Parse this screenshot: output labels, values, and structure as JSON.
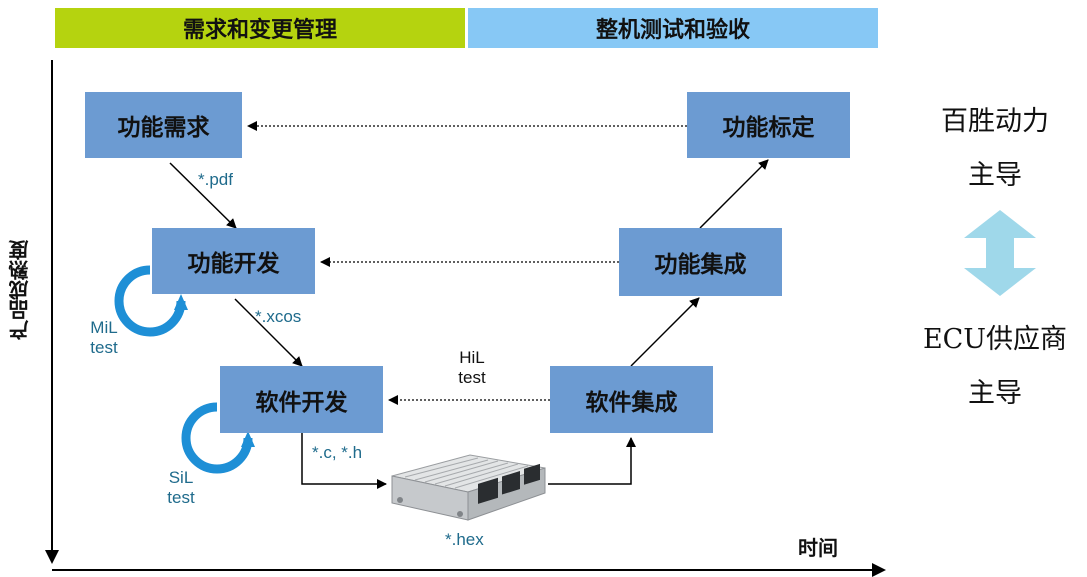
{
  "banners": {
    "left": "需求和变更管理",
    "right": "整机测试和验收"
  },
  "boxes": {
    "requirements": "功能需求",
    "function_dev": "功能开发",
    "software_dev": "软件开发",
    "calibration": "功能标定",
    "function_integration": "功能集成",
    "software_integration": "软件集成"
  },
  "labels": {
    "pdf": "*.pdf",
    "xcos": "*.xcos",
    "c_h": "*.c, *.h",
    "hex": "*.hex",
    "hil_line1": "HiL",
    "hil_line2": "test",
    "mil_line1": "MiL",
    "mil_line2": "test",
    "sil_line1": "SiL",
    "sil_line2": "test"
  },
  "axes": {
    "y_label": "产品成熟度",
    "x_label": "时间"
  },
  "side": {
    "top_line1": "百胜动力",
    "top_line2": "主导",
    "bottom_line1": "ECU供应商",
    "bottom_line2": "主导"
  },
  "colors": {
    "banner_left": "#b5d30f",
    "banner_right": "#87c8f5",
    "box": "#6c9bd2",
    "loop_arrow": "#1e8fd6",
    "double_arrow": "#9fd8ea",
    "label_text": "#1f6b8c"
  },
  "icons": {
    "ecu": "ecu-module-image",
    "loop": "circular-arrow-icon",
    "double_arrow": "double-headed-arrow-icon"
  }
}
